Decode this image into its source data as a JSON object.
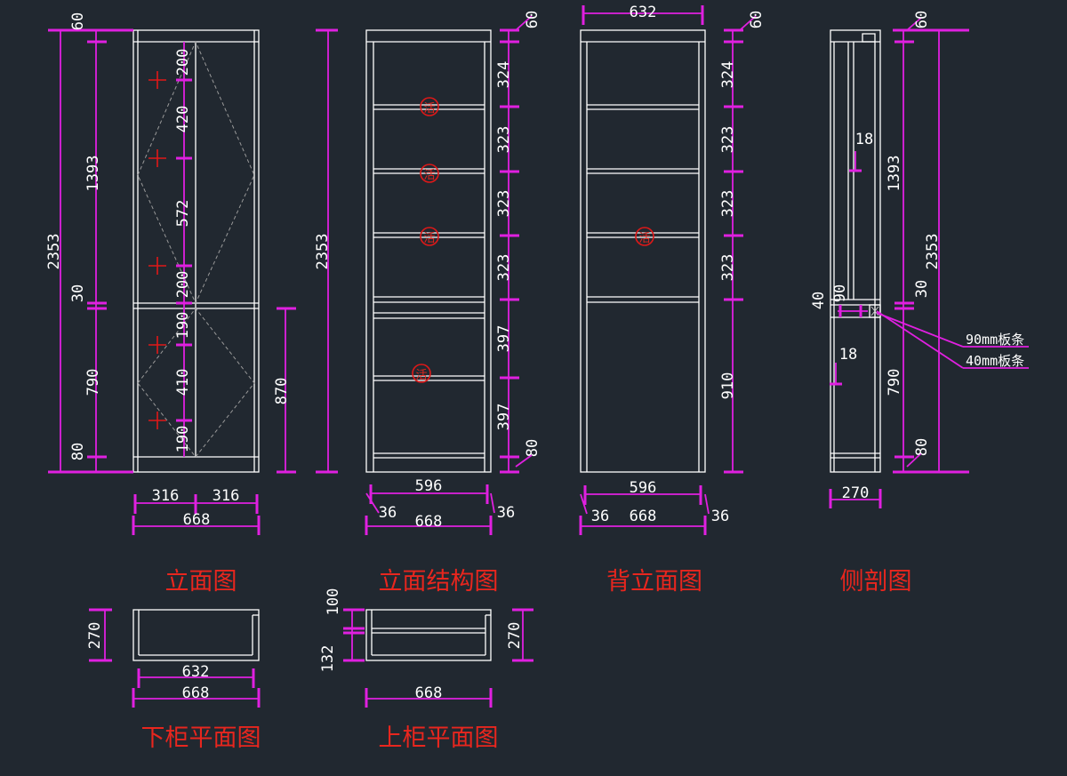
{
  "views": {
    "front": {
      "title": "立面图",
      "dims": {
        "total_h": "2353",
        "top": "60",
        "upper": "1393",
        "mid": "30",
        "lower": "790",
        "base": "80",
        "in_a": "200",
        "in_b": "420",
        "in_c": "572",
        "in_d": "200",
        "in_e": "190",
        "in_f": "410",
        "in_g": "190",
        "right_h": "870",
        "w_left": "316",
        "w_right": "316",
        "w_total": "668"
      }
    },
    "structure": {
      "title": "立面结构图",
      "dims": {
        "total_h": "2353",
        "top": "60",
        "s1": "324",
        "s2": "323",
        "s3": "323",
        "s4": "323",
        "s5": "397",
        "s6": "397",
        "base": "80",
        "inner_w": "596",
        "side_l": "36",
        "side_r": "36",
        "w_total": "668"
      },
      "marks": [
        "活",
        "活",
        "活",
        "活"
      ]
    },
    "back": {
      "title": "背立面图",
      "dims": {
        "top_w": "632",
        "top": "60",
        "s1": "324",
        "s2": "323",
        "s3": "323",
        "s4": "323",
        "s5": "910",
        "inner_w": "596",
        "side_l": "36",
        "w_total": "668",
        "side_r": "36"
      },
      "marks": [
        "活"
      ]
    },
    "section": {
      "title": "侧剖图",
      "dims": {
        "top": "60",
        "upper": "1393",
        "total_h": "2353",
        "mid": "30",
        "lower": "790",
        "base": "80",
        "t1": "18",
        "t2": "18",
        "d40": "40",
        "d90": "90",
        "depth": "270"
      },
      "notes": [
        "90mm板条",
        "40mm板条"
      ]
    },
    "lower_plan": {
      "title": "下柜平面图",
      "dims": {
        "depth": "270",
        "inner_w": "632",
        "w_total": "668"
      }
    },
    "upper_plan": {
      "title": "上柜平面图",
      "dims": {
        "d100": "100",
        "d132": "132",
        "depth": "270",
        "w_total": "668"
      }
    }
  }
}
